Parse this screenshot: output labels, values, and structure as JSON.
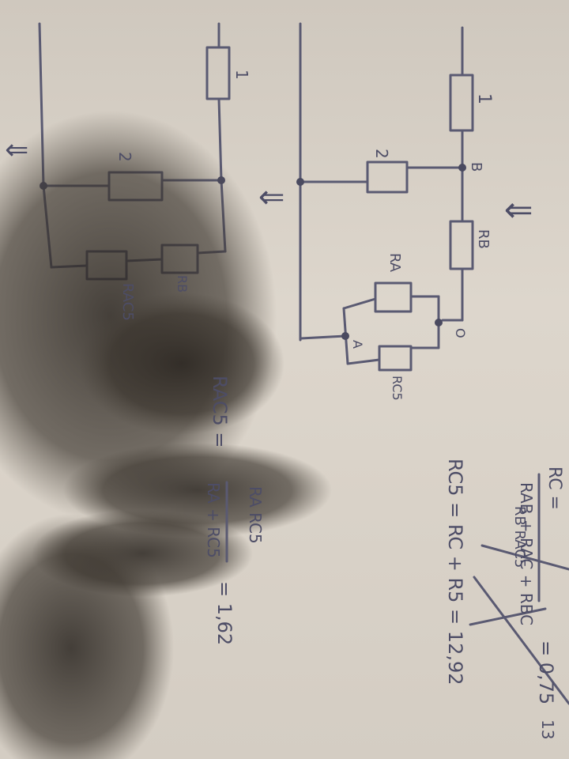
{
  "labels": {
    "r1_top_right": "1",
    "r2_right": "2",
    "node_b": "B",
    "rb_right": "RB",
    "ra_right": "RA",
    "node_o": "O",
    "node_a": "A",
    "rc5_right": "RC5",
    "r1_left": "1",
    "r2_left": "2",
    "rb_left": "RB",
    "rac5_left": "RAC5",
    "equiv_mark_1": "⇓",
    "equiv_mark_2": "⇓",
    "equiv_mark_3": "⇓"
  },
  "formulas": {
    "rc5": "RC5 = RC + R5 = 12,92",
    "rac5_lhs": "RAC5 =",
    "rac5_num": "RA RC5",
    "rac5_den": "RA + RC5",
    "rac5_result": "= 1,62",
    "rc_lhs": "RC =",
    "rc_den": "RAB + RAC + RBC",
    "rc_result": "13",
    "last_num": "RB RAC5",
    "last_result": "= 0,75"
  }
}
